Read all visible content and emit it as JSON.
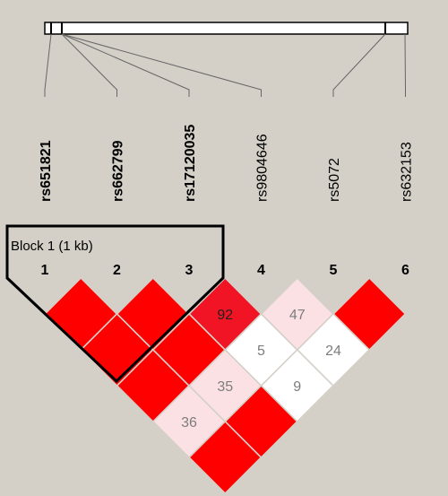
{
  "colors": {
    "background": "#d4d0c8",
    "strong_ld": "#ff0000",
    "strong_ld_partial": "#f01424",
    "weak_ld": "#fbe1e4",
    "no_ld": "#ffffff",
    "value_text_light": "#7d7d7d",
    "value_text_dark": "#222222",
    "outline": "#000000"
  },
  "snps": [
    {
      "index": "1",
      "name": "rs651821",
      "in_block": true
    },
    {
      "index": "2",
      "name": "rs662799",
      "in_block": true
    },
    {
      "index": "3",
      "name": "rs17120035",
      "in_block": true
    },
    {
      "index": "4",
      "name": "rs9804646",
      "in_block": false
    },
    {
      "index": "5",
      "name": "rs5072",
      "in_block": false
    },
    {
      "index": "6",
      "name": "rs632153",
      "in_block": false
    }
  ],
  "block": {
    "label": "Block 1 (1 kb)"
  },
  "ld_cells": [
    {
      "i": 1,
      "j": 2,
      "value": "",
      "level": "strong"
    },
    {
      "i": 2,
      "j": 3,
      "value": "",
      "level": "strong"
    },
    {
      "i": 3,
      "j": 4,
      "value": "92",
      "level": "strong_partial"
    },
    {
      "i": 4,
      "j": 5,
      "value": "47",
      "level": "weak"
    },
    {
      "i": 5,
      "j": 6,
      "value": "",
      "level": "strong"
    },
    {
      "i": 1,
      "j": 3,
      "value": "",
      "level": "strong"
    },
    {
      "i": 2,
      "j": 4,
      "value": "",
      "level": "strong"
    },
    {
      "i": 3,
      "j": 5,
      "value": "5",
      "level": "none"
    },
    {
      "i": 4,
      "j": 6,
      "value": "24",
      "level": "none"
    },
    {
      "i": 1,
      "j": 4,
      "value": "",
      "level": "strong"
    },
    {
      "i": 2,
      "j": 5,
      "value": "35",
      "level": "weak"
    },
    {
      "i": 3,
      "j": 6,
      "value": "9",
      "level": "none"
    },
    {
      "i": 1,
      "j": 5,
      "value": "36",
      "level": "weak"
    },
    {
      "i": 2,
      "j": 6,
      "value": "",
      "level": "strong"
    },
    {
      "i": 1,
      "j": 6,
      "value": "",
      "level": "strong"
    }
  ]
}
